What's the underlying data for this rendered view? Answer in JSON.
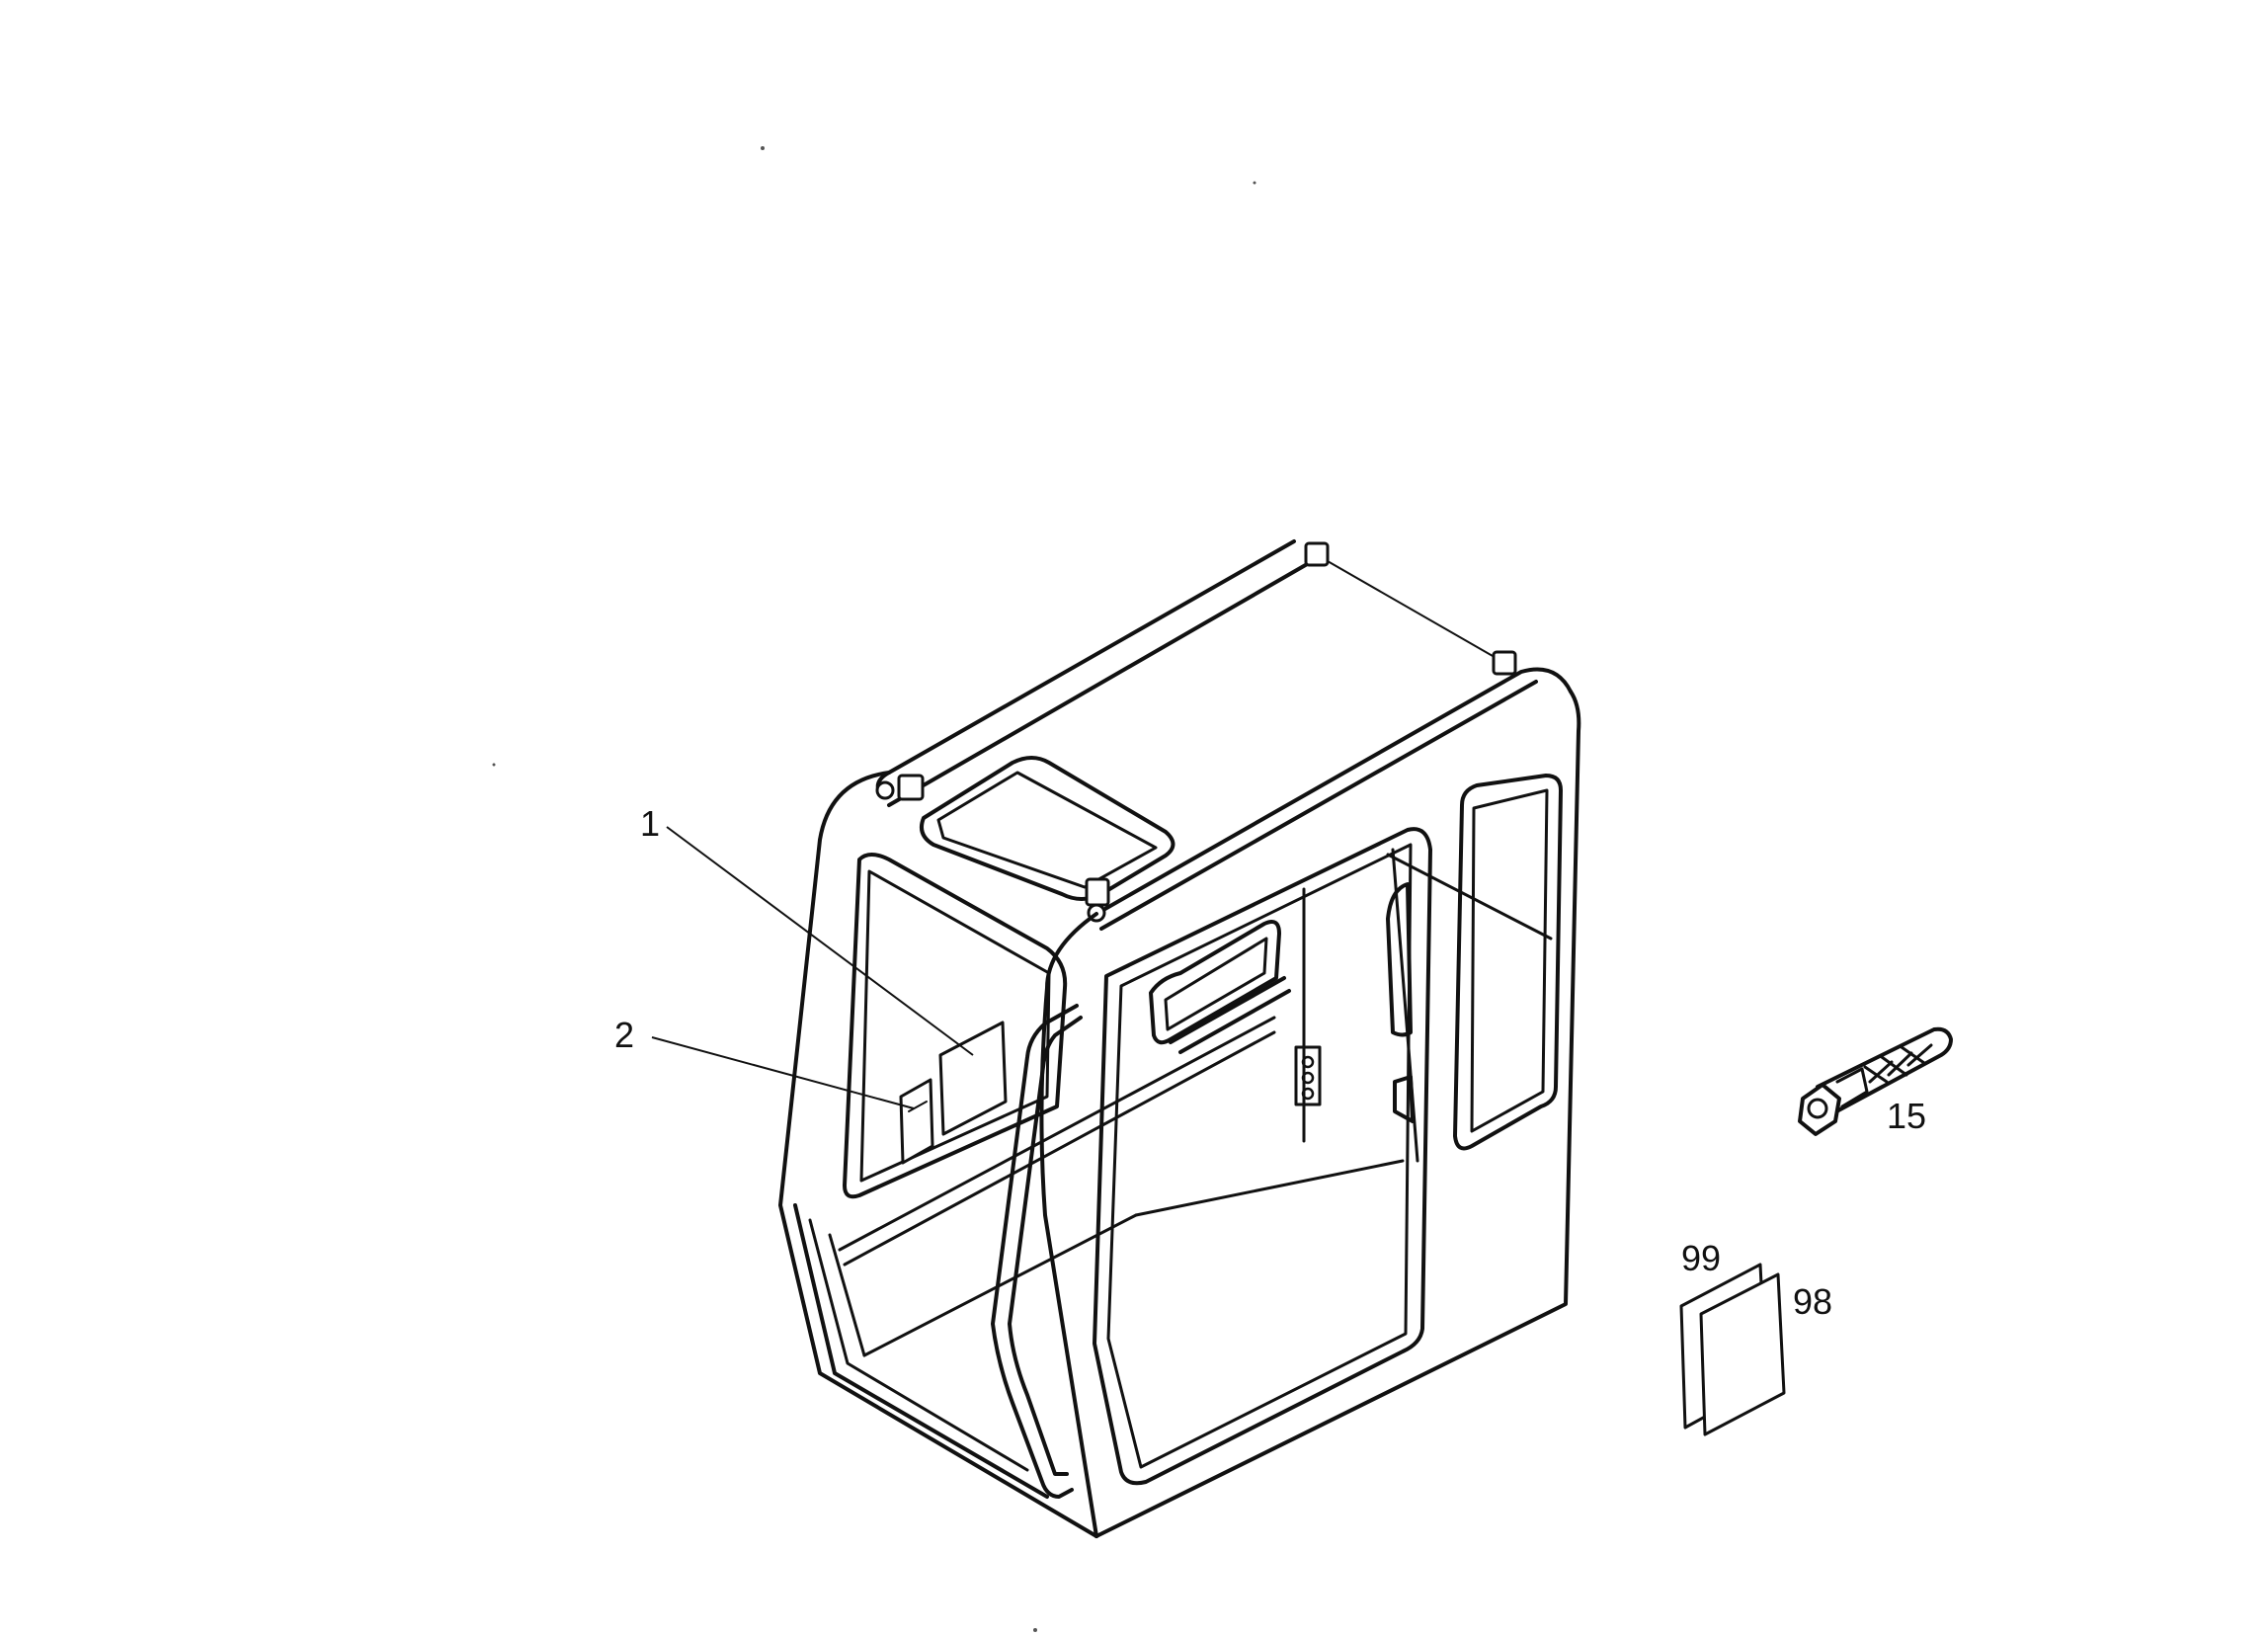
{
  "callouts": [
    {
      "id": "1",
      "text": "1"
    },
    {
      "id": "2",
      "text": "2"
    },
    {
      "id": "15",
      "text": "15"
    },
    {
      "id": "99",
      "text": "99"
    },
    {
      "id": "98",
      "text": "98"
    }
  ],
  "colors": {
    "ink": "#111111",
    "paper": "#ffffff"
  }
}
